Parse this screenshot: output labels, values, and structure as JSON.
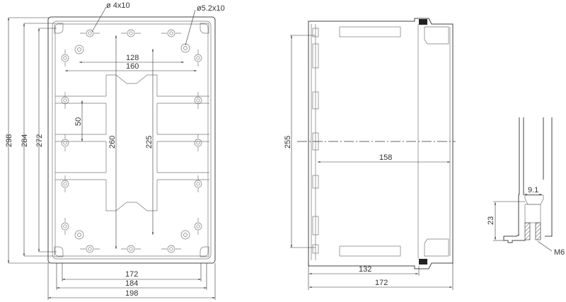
{
  "front_view": {
    "hole_small_label": "ø 4x10",
    "hole_large_label": "ø5.2x10",
    "dim_128": "128",
    "dim_160": "160",
    "dim_50": "50",
    "dim_260": "260",
    "dim_225": "225",
    "dim_298": "298",
    "dim_284": "284",
    "dim_272": "272",
    "dim_172": "172",
    "dim_184": "184",
    "dim_198": "198"
  },
  "side_view": {
    "dim_255": "255",
    "dim_158": "158",
    "dim_132": "132",
    "dim_172": "172"
  },
  "detail_view": {
    "dim_9_1": "9.1",
    "dim_23": "23",
    "thread_label": "M6"
  }
}
